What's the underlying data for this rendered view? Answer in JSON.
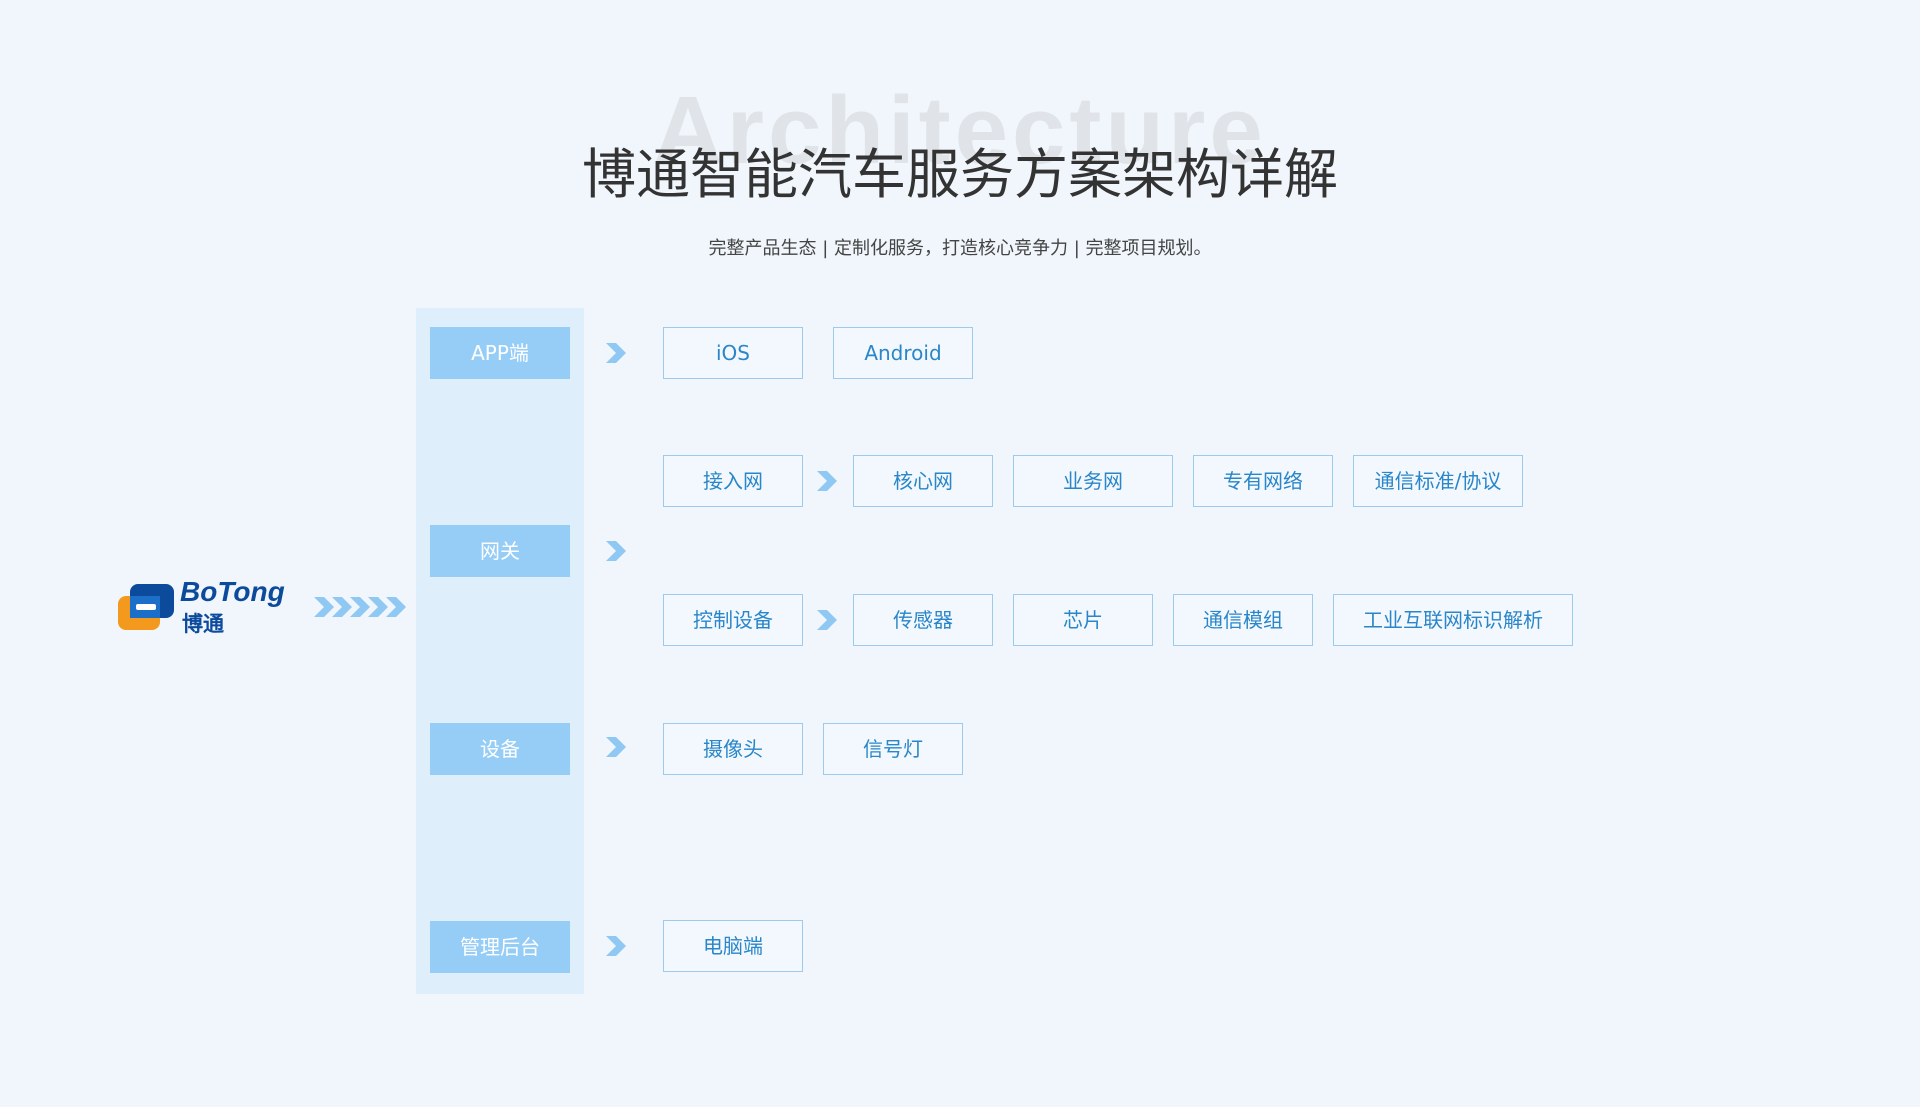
{
  "header": {
    "background_word": "Architecture",
    "title": "博通智能汽车服务方案架构详解",
    "subtitle": "完整产品生态 | 定制化服务，打造核心竞争力 | 完整项目规划。"
  },
  "logo": {
    "text_en": "BoTong",
    "text_cn": "博通",
    "icon": "botong-logo-mark"
  },
  "categories": {
    "app": "APP端",
    "gateway": "网关",
    "device": "设备",
    "admin": "管理后台"
  },
  "items": {
    "ios": "iOS",
    "android": "Android",
    "access_network": "接入网",
    "core_network": "核心网",
    "business_network": "业务网",
    "private_network": "专有网络",
    "comm_standard": "通信标准/协议",
    "control_device": "控制设备",
    "sensor": "传感器",
    "chip": "芯片",
    "comm_module": "通信模组",
    "iiot_id_resolution": "工业互联网标识解析",
    "camera": "摄像头",
    "signal_light": "信号灯",
    "pc_client": "电脑端"
  },
  "colors": {
    "background": "#f0f6fb",
    "column": "#dfeefb",
    "category_fill": "#96cdf7",
    "item_border": "#9ccbed",
    "item_text": "#2a86c8",
    "chevron": "#8fc8f2",
    "logo_blue": "#0c4a9c",
    "logo_orange": "#f39a1e"
  }
}
